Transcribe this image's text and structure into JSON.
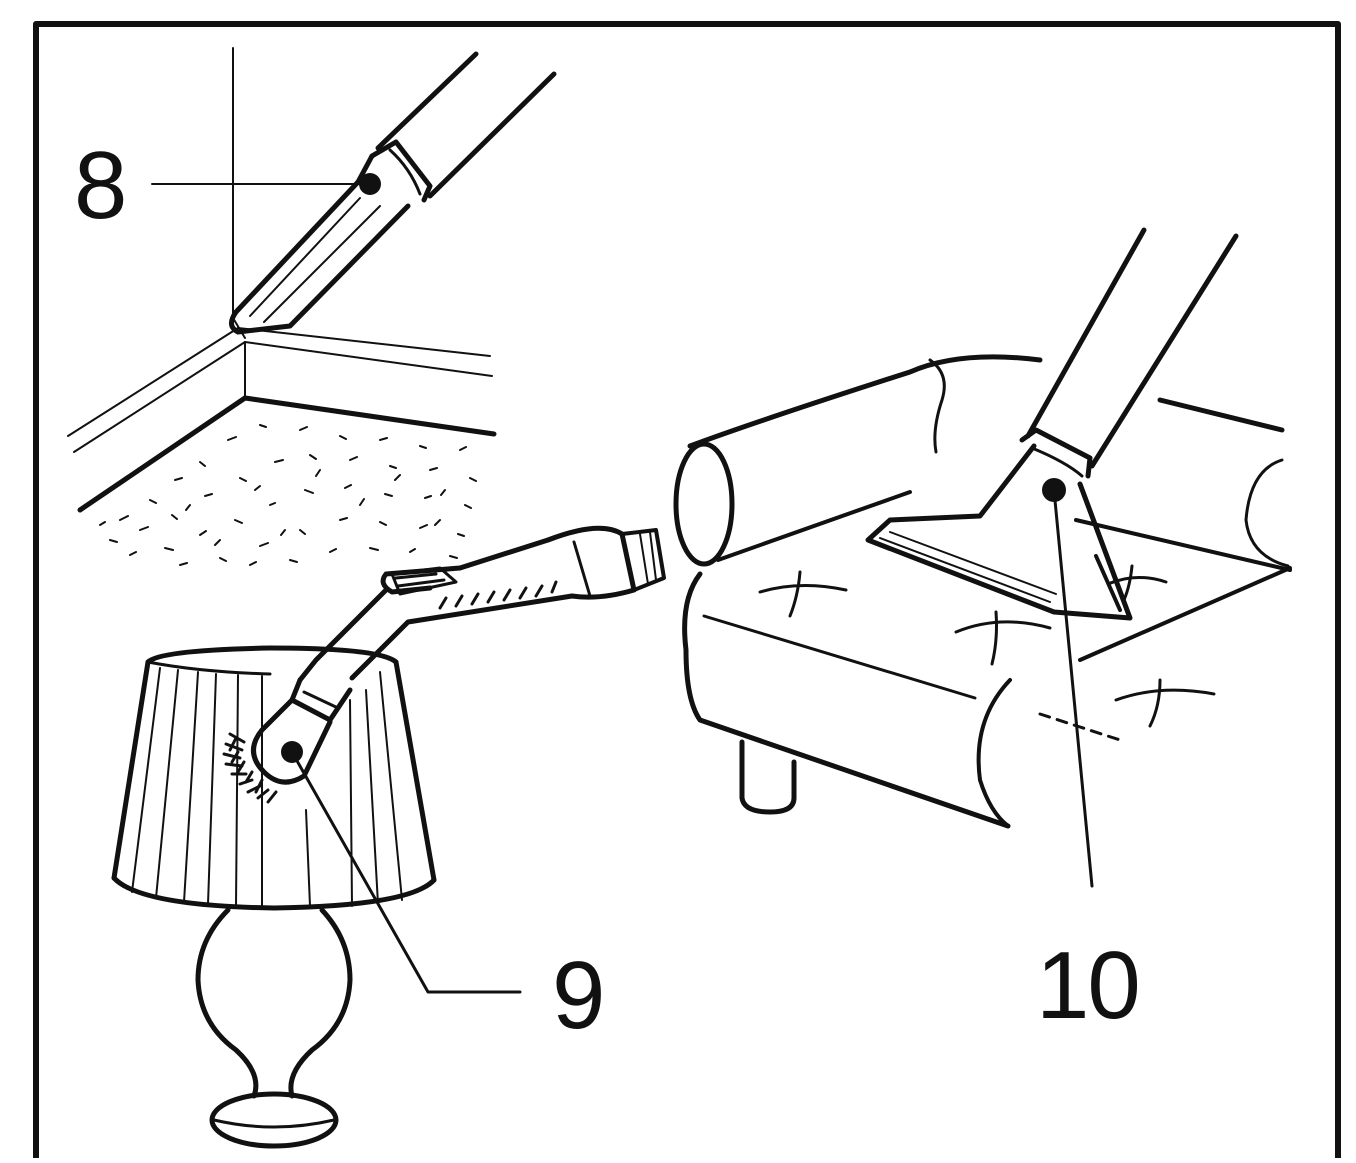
{
  "callouts": [
    {
      "id": "8",
      "text": "8",
      "target": "crevice-nozzle"
    },
    {
      "id": "9",
      "text": "9",
      "target": "dusting-brush"
    },
    {
      "id": "10",
      "text": "10",
      "target": "upholstery-nozzle"
    }
  ],
  "colors": {
    "ink": "#111111",
    "paper": "#ffffff"
  }
}
